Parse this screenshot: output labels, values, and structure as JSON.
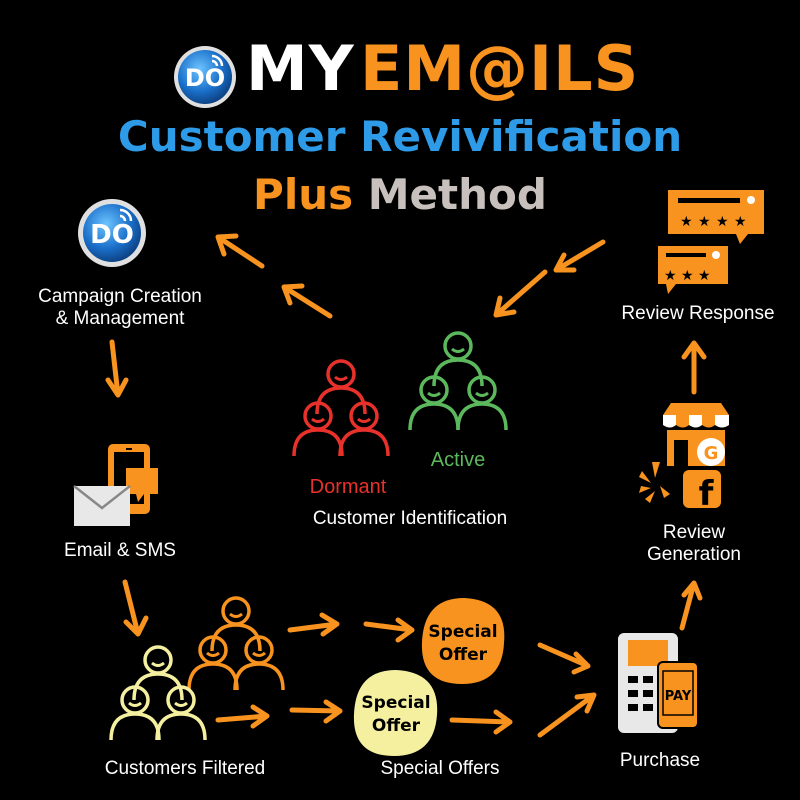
{
  "brand": {
    "badge": "DO",
    "my": "MY",
    "emails": "EM@ILS"
  },
  "title": {
    "line1": "Customer Revivification",
    "plus": "Plus",
    "method": "Method"
  },
  "nodes": {
    "campaign": {
      "badge": "DO",
      "line1": "Campaign Creation",
      "line2": "& Management"
    },
    "email_sms": {
      "label": "Email & SMS"
    },
    "filtered": {
      "label": "Customers Filtered"
    },
    "special_offers": {
      "label": "Special Offers",
      "badge_line1": "Special",
      "badge_line2": "Offer"
    },
    "purchase": {
      "label": "Purchase",
      "pay": "PAY"
    },
    "review_generation": {
      "line1": "Review",
      "line2": "Generation",
      "g_letter": "G",
      "f_letter": "f"
    },
    "review_response": {
      "label": "Review Response"
    },
    "identification": {
      "label": "Customer Identification",
      "dormant": "Dormant",
      "active": "Active"
    }
  },
  "colors": {
    "orange": "#f7931e",
    "blue": "#2e9be8",
    "gray": "#c8c0bc",
    "dormant": "#e8312b",
    "active": "#5cb85c",
    "light_yellow": "#f4f0a0",
    "background": "#000000"
  }
}
